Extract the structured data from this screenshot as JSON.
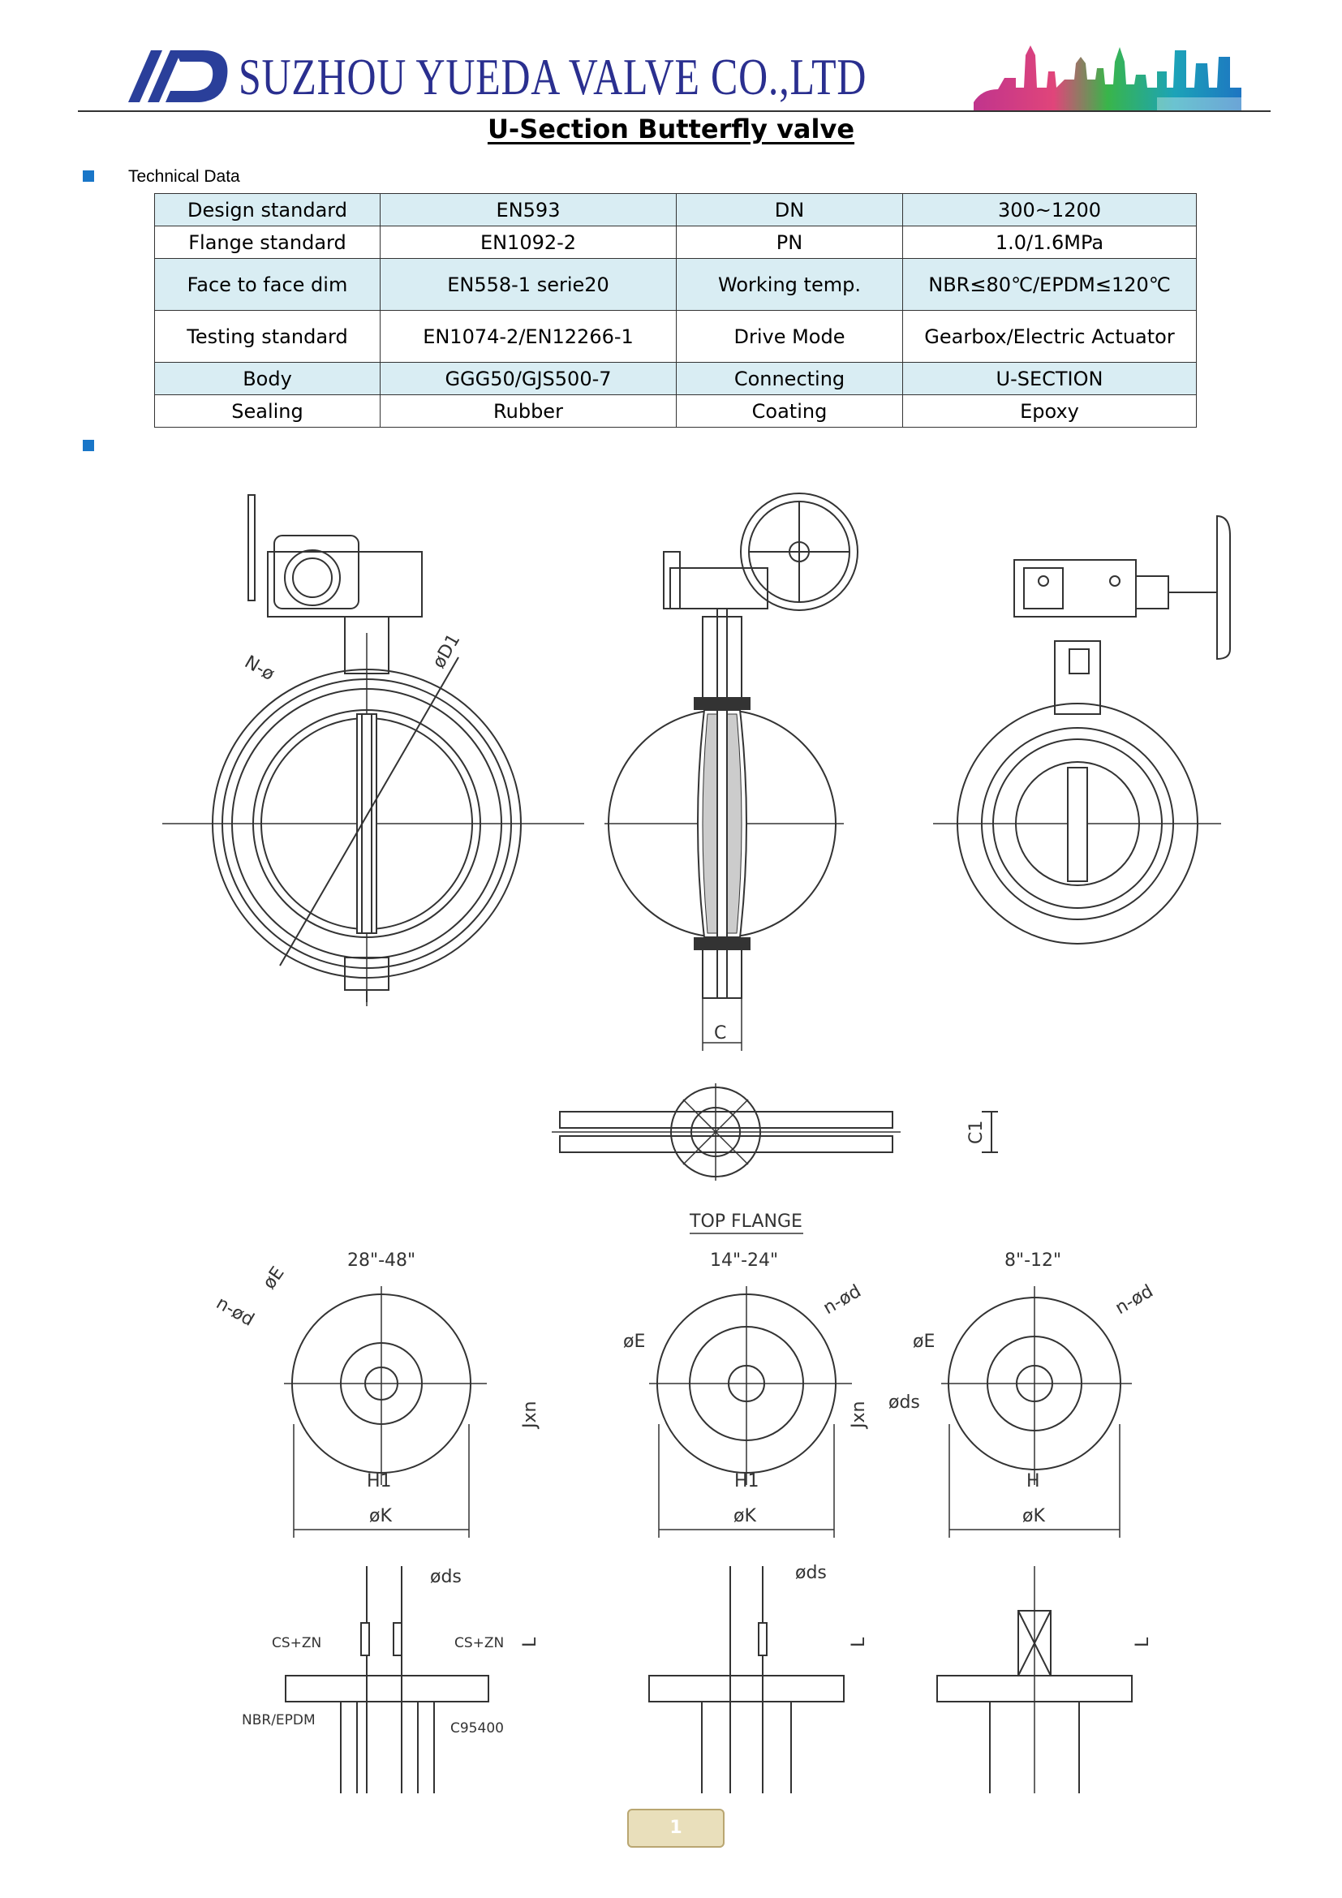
{
  "header": {
    "company_name": "SUZHOU YUEDA VALVE CO.,LTD"
  },
  "title": "U-Section Butterfly valve",
  "technical_label": "Technical Data",
  "spec_table": [
    {
      "label1": "Design standard",
      "value1": "EN593",
      "label2": "DN",
      "value2": "300~1200"
    },
    {
      "label1": "Flange standard",
      "value1": "EN1092-2",
      "label2": "PN",
      "value2": "1.0/1.6MPa"
    },
    {
      "label1": "Face to face dim",
      "value1": "EN558-1 serie20",
      "label2": "Working temp.",
      "value2": "NBR≤80℃/EPDM≤120℃"
    },
    {
      "label1": "Testing standard",
      "value1": "EN1074-2/EN12266-1",
      "label2": "Drive Mode",
      "value2": "Gearbox/Electric Actuator"
    },
    {
      "label1": "Body",
      "value1": "GGG50/GJS500-7",
      "label2": "Connecting",
      "value2": "U-SECTION"
    },
    {
      "label1": "Sealing",
      "value1": "Rubber",
      "label2": "Coating",
      "value2": "Epoxy"
    }
  ],
  "drawing_labels": {
    "n_phi": "N-ø",
    "phi_d1": "øD1",
    "c": "C",
    "c1": "C1",
    "top_flange": "TOP FLANGE",
    "size_large": "28\"-48\"",
    "size_mid": "14\"-24\"",
    "size_small": "8\"-12\"",
    "n_phi_d": "n-ød",
    "phi_e": "øE",
    "phi_k": "øK",
    "phi_ds": "øds",
    "h1": "H1",
    "h": "H",
    "jxn": "Jxn",
    "l": "L",
    "cs_zn": "CS+ZN",
    "nbr_epdm": "NBR/EPDM",
    "c95400": "C95400"
  },
  "page_number": "1"
}
